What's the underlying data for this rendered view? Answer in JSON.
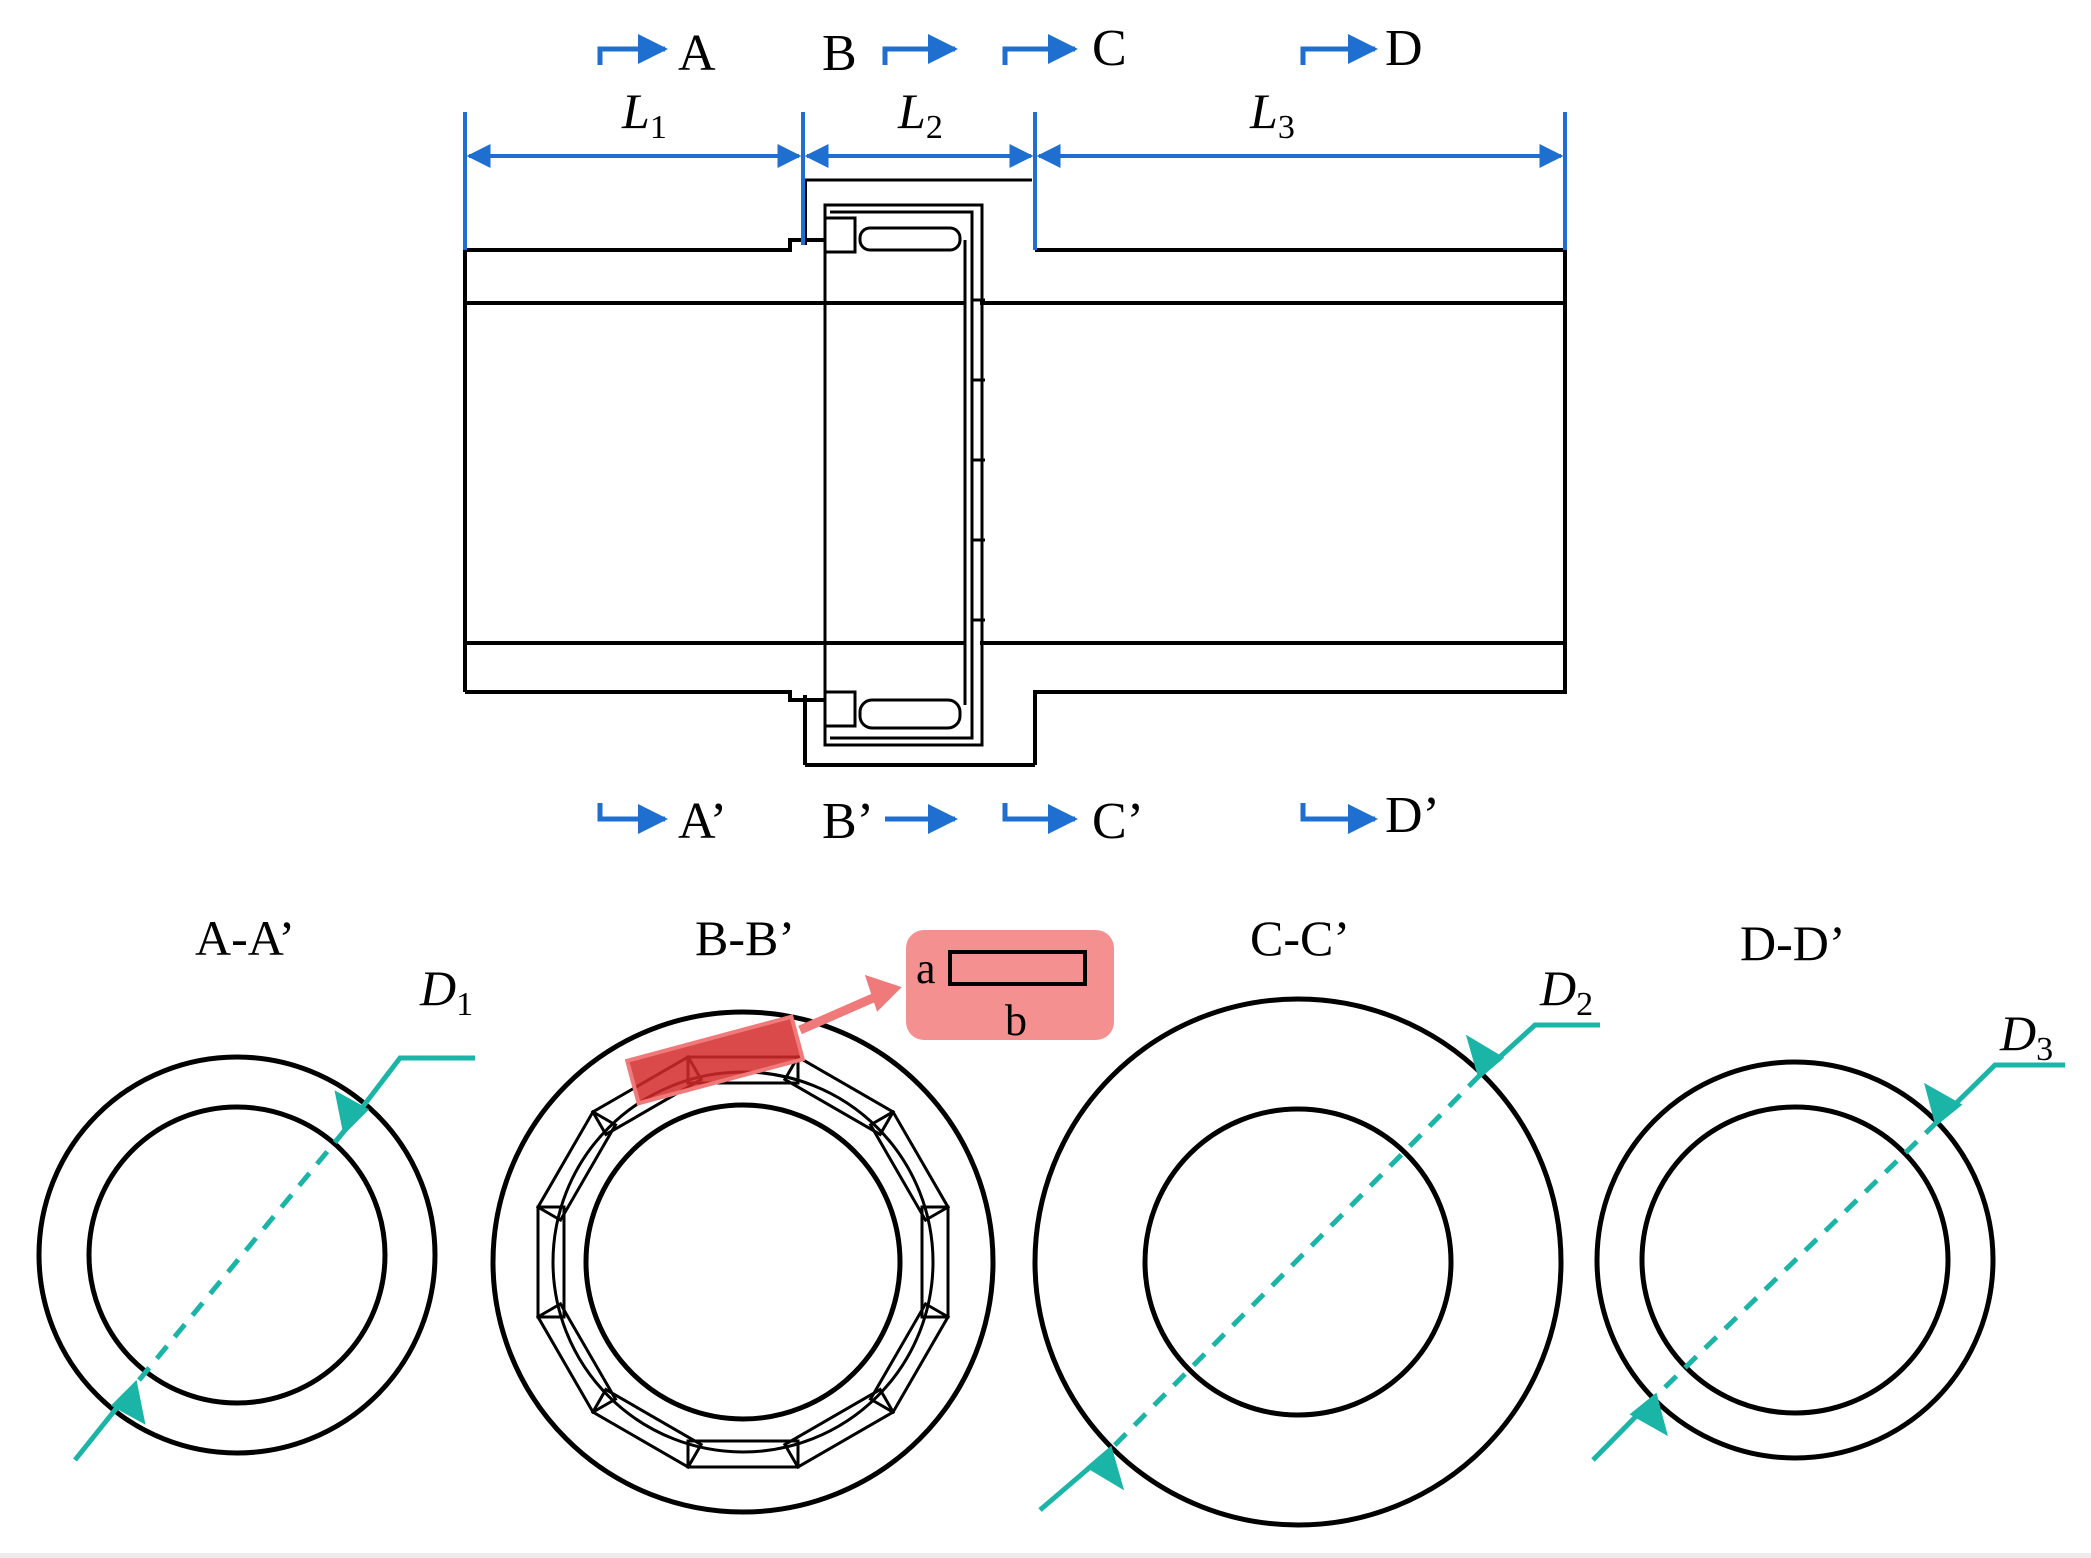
{
  "section_markers": {
    "top": [
      "A",
      "B",
      "C",
      "D"
    ],
    "bottom": [
      "A’",
      "B’",
      "C’",
      "D’"
    ]
  },
  "length_labels": [
    {
      "base": "L",
      "sub": "1"
    },
    {
      "base": "L",
      "sub": "2"
    },
    {
      "base": "L",
      "sub": "3"
    }
  ],
  "section_titles": [
    "A-A’",
    "B-B’",
    "C-C’",
    "D-D’"
  ],
  "diameter_labels": [
    {
      "base": "D",
      "sub": "1"
    },
    {
      "base": "D",
      "sub": "2"
    },
    {
      "base": "D",
      "sub": "3"
    }
  ],
  "inset": {
    "a": "a",
    "b": "b"
  },
  "colors": {
    "dimension": "#1f6fd1",
    "diameter": "#1bb5a8",
    "highlight": "#f07a7a",
    "highlight_dark": "#d42a2a",
    "line": "#000000"
  }
}
